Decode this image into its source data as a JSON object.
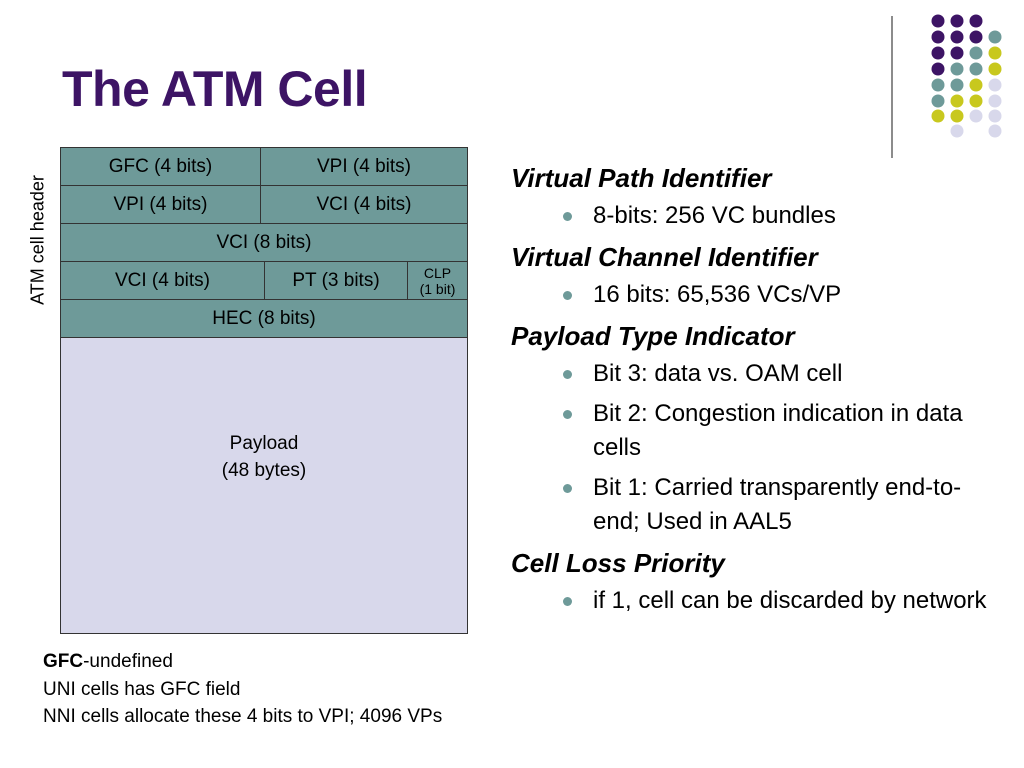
{
  "slide": {
    "title": "The ATM Cell",
    "colors": {
      "title": "#3d1465",
      "header_fill": "#6e9a99",
      "payload_fill": "#d8d8eb",
      "bullet": "#6e9a99"
    }
  },
  "diagram": {
    "side_label": "ATM cell header",
    "rows": [
      {
        "fields": [
          "GFC (4 bits)",
          "VPI (4 bits)"
        ]
      },
      {
        "fields": [
          "VPI (4 bits)",
          "VCI (4 bits)"
        ]
      },
      {
        "fields": [
          "VCI (8 bits)"
        ]
      },
      {
        "fields": [
          "VCI (4 bits)",
          "PT (3 bits)"
        ],
        "clp_line1": "CLP",
        "clp_line2": "(1 bit)"
      },
      {
        "fields": [
          "HEC (8 bits)"
        ]
      }
    ],
    "payload_line1": "Payload",
    "payload_line2": "(48 bytes)"
  },
  "notes": {
    "gfc_bold": "GFC",
    "gfc_rest": "-undefined",
    "line2": "UNI cells has GFC field",
    "line3": "NNI cells allocate these 4 bits to VPI; 4096 VPs"
  },
  "sections": [
    {
      "heading": "Virtual Path Identifier",
      "bullets": [
        "8-bits: 256 VC bundles"
      ]
    },
    {
      "heading": "Virtual Channel Identifier",
      "bullets": [
        "16 bits:  65,536 VCs/VP"
      ]
    },
    {
      "heading": "Payload Type Indicator",
      "bullets": [
        "Bit 3: data vs. OAM cell",
        "Bit 2:  Congestion indication in data cells",
        "Bit 1:  Carried transparently end-to-end;  Used in AAL5"
      ]
    },
    {
      "heading": "Cell Loss Priority",
      "bullets": [
        "if 1, cell can be discarded by network"
      ]
    }
  ],
  "decoration": {
    "dot_colors": {
      "purple": "#3d1465",
      "teal": "#6e9a99",
      "yellow": "#c8c81e",
      "lavender": "#d8d8eb"
    }
  }
}
